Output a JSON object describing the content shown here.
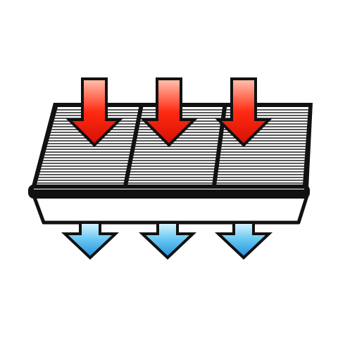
{
  "diagram": {
    "subject": "filter-airflow",
    "intake_arrow_count": 3,
    "outflow_arrow_count": 3,
    "filter_panel_count": 3,
    "colors": {
      "background": "#ffffff",
      "outline": "#111111",
      "pleat_line": "#222222",
      "pleat_fill": "#ffffff",
      "housing_fill": "#ffffff",
      "intake_top": "#ffc4b0",
      "intake_mid": "#ff2a12",
      "intake_bottom": "#d40f05",
      "outflow_top": "#e0f6ff",
      "outflow_mid": "#6ccaf4",
      "outflow_bottom": "#1f8fd8"
    }
  }
}
